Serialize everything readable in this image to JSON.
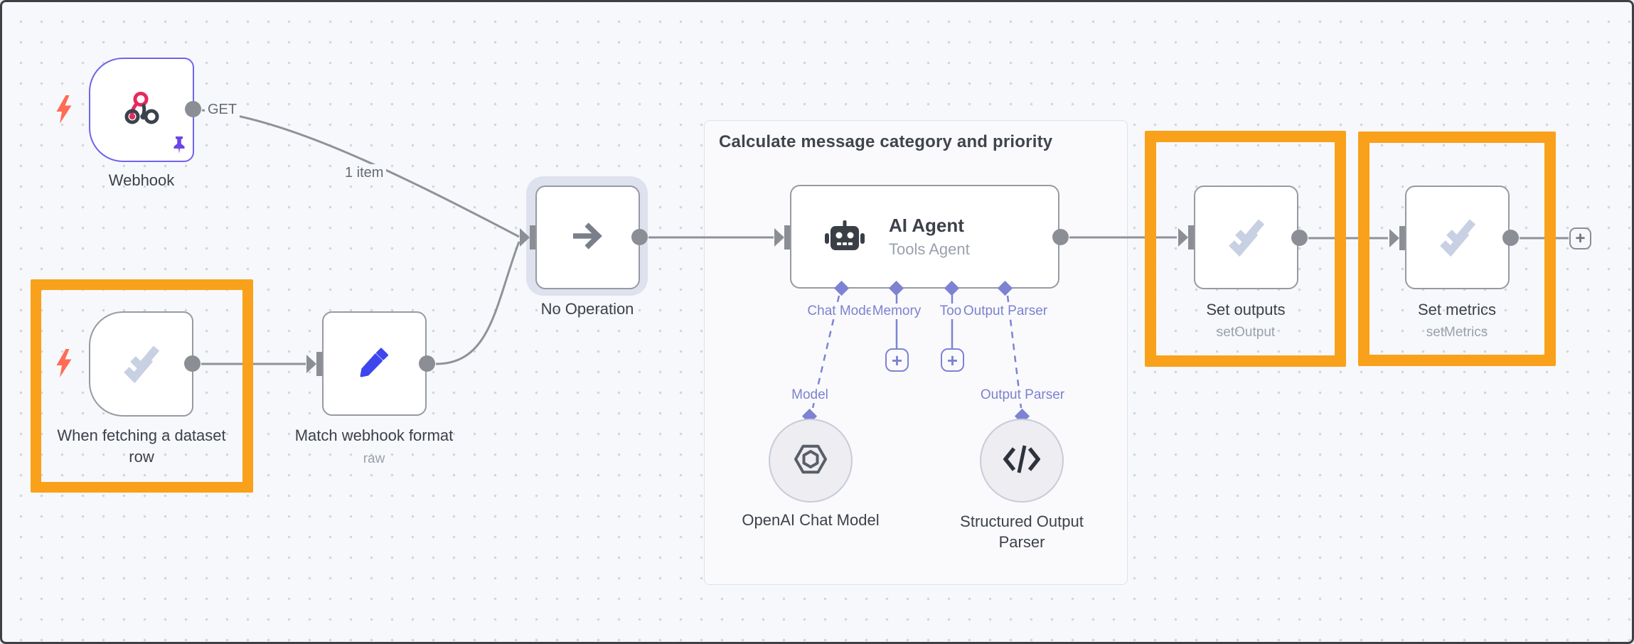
{
  "colors": {
    "highlight_orange": "#f9a11b",
    "selected_node_purple": "#7064ec",
    "port_purple": "#7d83d2",
    "connection_gray": "#8b8e95",
    "canvas_bg": "#f7f8fb",
    "webhook_pink": "#e62a5e",
    "pencil_blue": "#3e46ed",
    "check_icon_blue_gray": "#c8d0e3"
  },
  "group": {
    "title": "Calculate message category and priority"
  },
  "wire_labels": {
    "get": "GET",
    "one_item": "1 item"
  },
  "nodes": {
    "webhook": {
      "label": "Webhook"
    },
    "dataset_trigger": {
      "label": "When fetching a dataset row"
    },
    "match_format": {
      "label": "Match webhook format",
      "subtitle": "raw"
    },
    "noop": {
      "label": "No Operation"
    },
    "agent": {
      "label": "AI Agent",
      "subtitle": "Tools Agent"
    },
    "openai": {
      "label": "OpenAI Chat Model"
    },
    "parser": {
      "label": "Structured Output Parser"
    },
    "set_outputs": {
      "label": "Set outputs",
      "subtitle": "setOutput"
    },
    "set_metrics": {
      "label": "Set metrics",
      "subtitle": "setMetrics"
    }
  },
  "agent_ports": [
    {
      "label": "Chat Model"
    },
    {
      "label": "Memory"
    },
    {
      "label": "Tool"
    },
    {
      "label": "Output Parser"
    }
  ],
  "sub_ports": {
    "model": "Model",
    "output_parser": "Output Parser"
  },
  "buttons": {
    "plus": "+"
  }
}
